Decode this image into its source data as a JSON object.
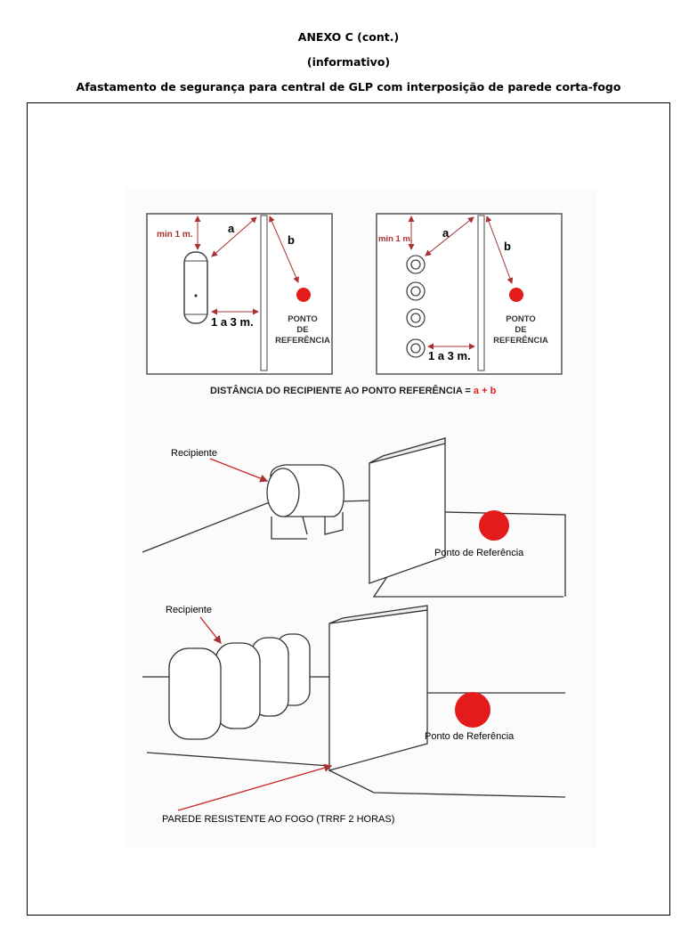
{
  "header": {
    "line1": "ANEXO C (cont.)",
    "line2": "(informativo)",
    "line3": "Afastamento de segurança para central de GLP com interposição de parede corta-fogo"
  },
  "plan_left": {
    "min_label": "min 1 m.",
    "a": "a",
    "b": "b",
    "distance": "1 a 3 m.",
    "ref": [
      "PONTO",
      "DE",
      "REFERÊNCIA"
    ]
  },
  "plan_right": {
    "min_label": "min 1 m.",
    "a": "a",
    "b": "b",
    "distance": "1 a 3 m.",
    "ref": [
      "PONTO",
      "DE",
      "REFERÊNCIA"
    ]
  },
  "caption": {
    "text": "DISTÂNCIA DO RECIPIENTE AO PONTO REFERÊNCIA = ",
    "formula": "a + b"
  },
  "scene1": {
    "container_label": "Recipiente",
    "ref_label": "Ponto de Referência"
  },
  "scene2": {
    "container_label": "Recipiente",
    "ref_label": "Ponto de Referência",
    "wall_label": "PAREDE RESISTENTE AO FOGO (TRRF 2 HORAS)"
  },
  "colors": {
    "red": "#e31b1b",
    "arrow": "#a83232"
  }
}
